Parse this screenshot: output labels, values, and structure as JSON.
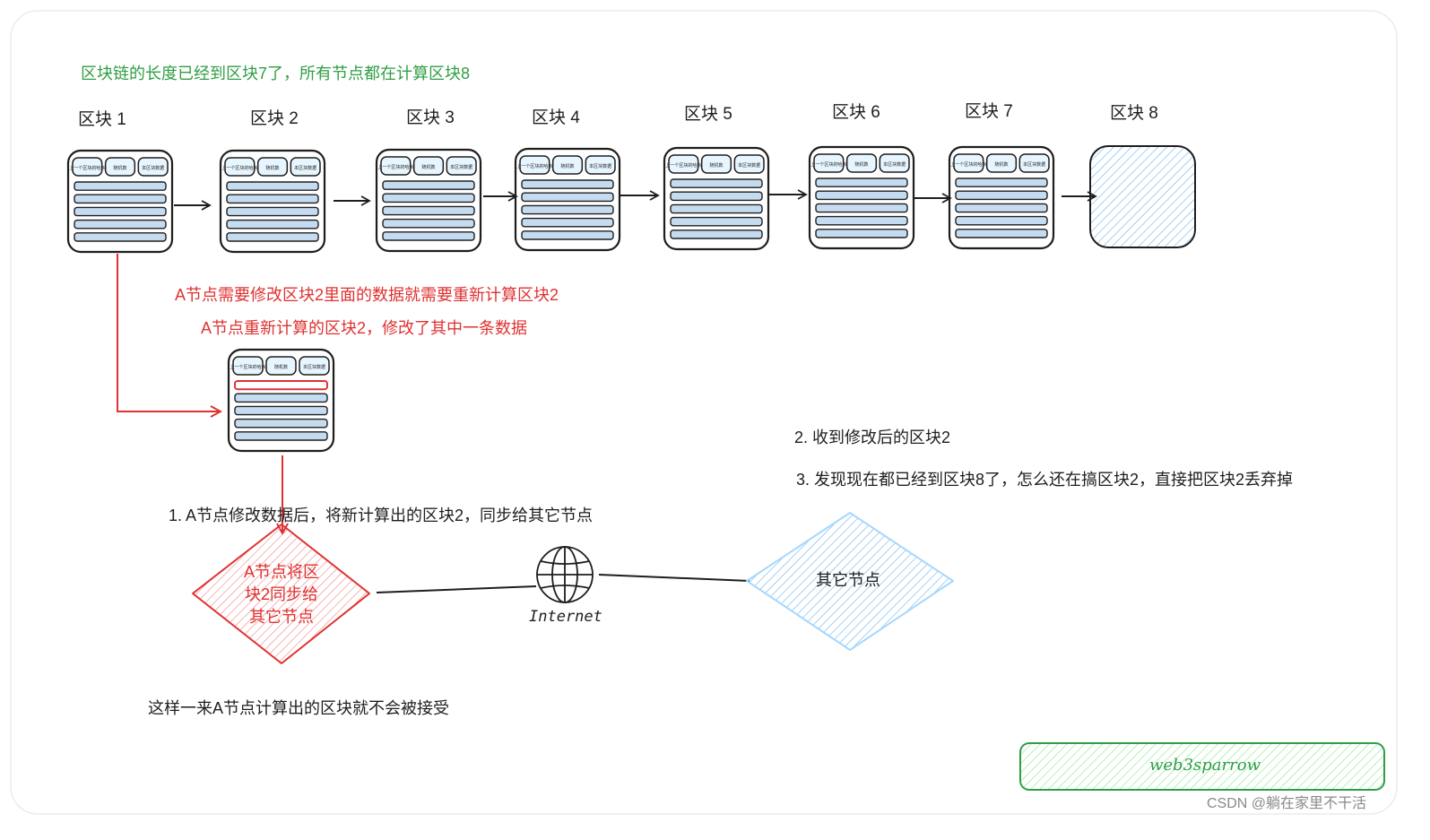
{
  "diagram": {
    "top_note": "区块链的长度已经到区块7了，所有节点都在计算区块8",
    "block_labels": [
      "区块 1",
      "区块 2",
      "区块 3",
      "区块 4",
      "区块 5",
      "区块 6",
      "区块 7",
      "区块 8"
    ],
    "block_header_cells": [
      "上一个区块的哈希",
      "随机数",
      "本区块数据"
    ],
    "red_note_1": "A节点需要修改区块2里面的数据就需要重新计算区块2",
    "red_note_2": "A节点重新计算的区块2，修改了其中一条数据",
    "step_1": "1. A节点修改数据后，将新计算出的区块2，同步给其它节点",
    "step_2": "2. 收到修改后的区块2",
    "step_3": "3. 发现现在都已经到区块8了，怎么还在搞区块2，直接把区块2丢弃掉",
    "node_a_lines": [
      "A节点将区",
      "块2同步给",
      "其它节点"
    ],
    "other_node": "其它节点",
    "internet": "Internet",
    "conclusion": "这样一来A节点计算出的区块就不会被接受",
    "brand": "web3sparrow",
    "watermark": "CSDN @躺在家里不干活",
    "colors": {
      "red": "#e03131",
      "green": "#2f9e44",
      "blue": "#a5d8ff",
      "dark": "#1e1e1e",
      "block_fill": "#c5dcf0"
    }
  }
}
